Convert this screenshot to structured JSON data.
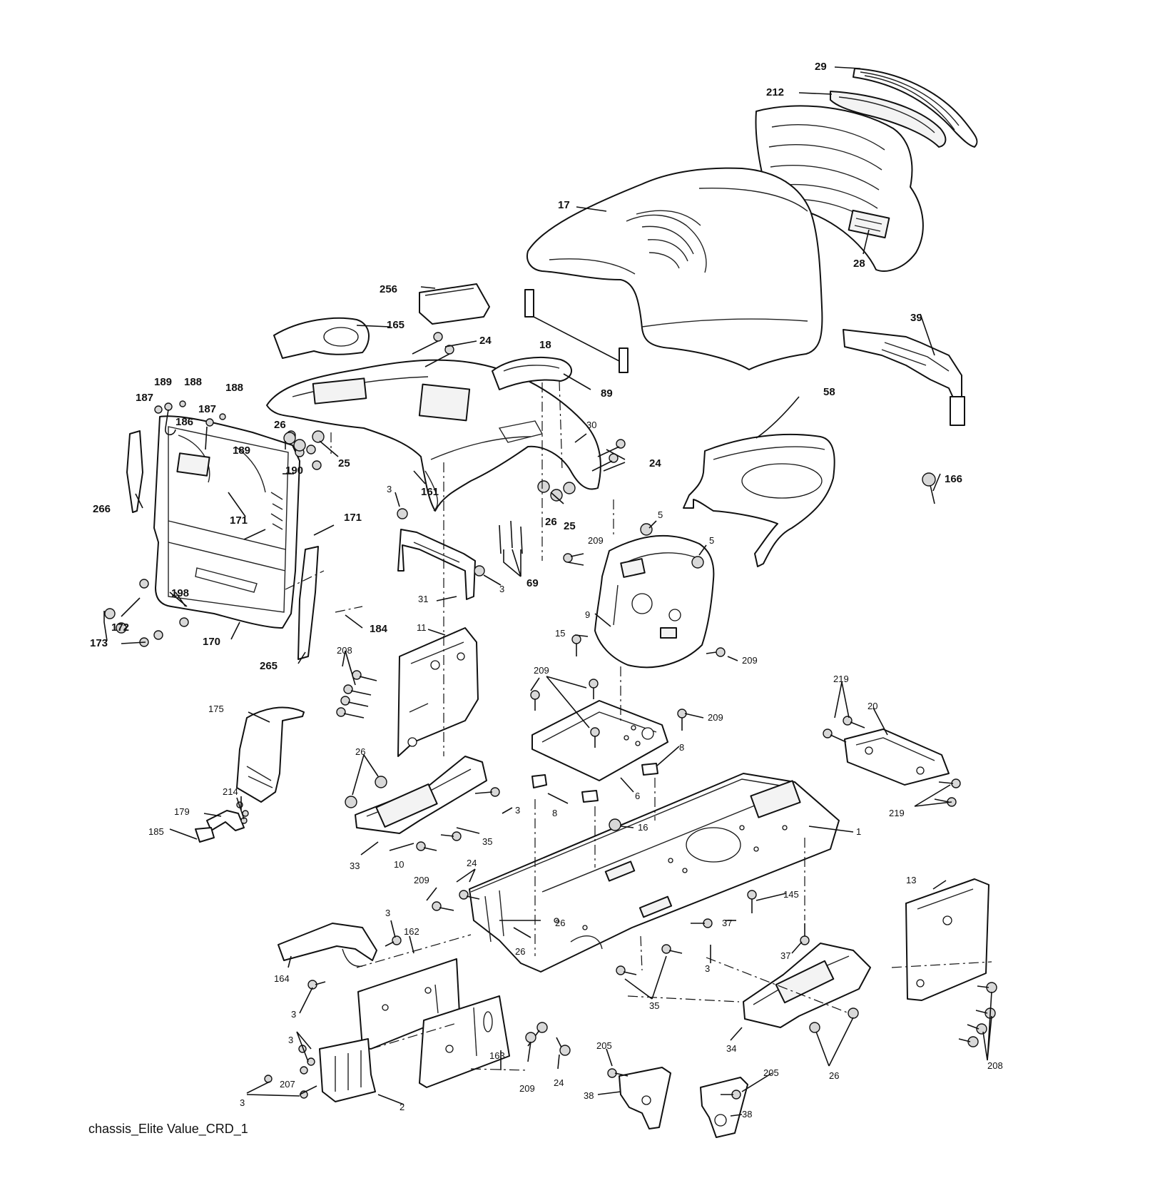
{
  "caption": "chassis_Elite Value_CRD_1",
  "callouts": {
    "c29": "29",
    "c212": "212",
    "c17": "17",
    "c28": "28",
    "c256": "256",
    "c165": "165",
    "c24a": "24",
    "c18": "18",
    "c89": "89",
    "c39": "39",
    "c189a": "189",
    "c188a": "188",
    "c187a": "187",
    "c188b": "188",
    "c187b": "187",
    "c186": "186",
    "c189b": "189",
    "c26a": "26",
    "c25a": "25",
    "c30": "30",
    "c24b": "24",
    "c58": "58",
    "c166": "166",
    "c190": "190",
    "c171a": "171",
    "c171b": "171",
    "c266": "266",
    "c161": "161",
    "c3a": "3",
    "c26b": "26",
    "c25b": "25",
    "c5a": "5",
    "c5b": "5",
    "c209a": "209",
    "c69": "69",
    "c31": "31",
    "c3b": "3",
    "c198": "198",
    "c172": "172",
    "c173": "173",
    "c170": "170",
    "c184": "184",
    "c265": "265",
    "c11": "11",
    "c9": "9",
    "c15": "15",
    "c209b": "209",
    "c208a": "208",
    "c209c": "209",
    "c219a": "219",
    "c20": "20",
    "c209d": "209",
    "c175": "175",
    "c26c": "26",
    "c8a": "8",
    "c6": "6",
    "c214": "214",
    "c3c": "3",
    "c179": "179",
    "c8b": "8",
    "c219b": "219",
    "c185": "185",
    "c35a": "35",
    "c16": "16",
    "c1": "1",
    "c33": "33",
    "c10": "10",
    "c24c": "24",
    "c13": "13",
    "c209e": "209",
    "c145": "145",
    "c3d": "3",
    "c162": "162",
    "c26d": "26",
    "c37a": "37",
    "c26e": "26",
    "c37b": "37",
    "c164": "164",
    "c3e": "3",
    "c35b": "35",
    "c3f": "3",
    "c3g": "3",
    "c207": "207",
    "c34": "34",
    "c208b": "208",
    "c163": "163",
    "c209f": "209",
    "c24d": "24",
    "c205a": "205",
    "c205b": "205",
    "c26f": "26",
    "c3h": "3",
    "c2": "2",
    "c38a": "38",
    "c38b": "38"
  }
}
